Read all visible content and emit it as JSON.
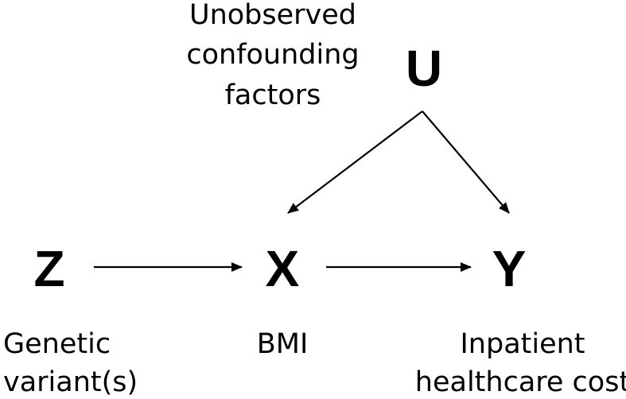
{
  "nodes": {
    "u": {
      "letter": "U",
      "label": [
        "Unobserved",
        "confounding",
        "factors"
      ]
    },
    "z": {
      "letter": "Z",
      "label": [
        "Genetic",
        "variant(s)"
      ]
    },
    "x": {
      "letter": "X",
      "label": [
        "BMI"
      ]
    },
    "y": {
      "letter": "Y",
      "label": [
        "Inpatient",
        "healthcare cost"
      ]
    }
  },
  "edges": [
    {
      "from": "Z",
      "to": "X"
    },
    {
      "from": "X",
      "to": "Y"
    },
    {
      "from": "U",
      "to": "X"
    },
    {
      "from": "U",
      "to": "Y"
    }
  ],
  "colors": {
    "ink": "#000000",
    "background": "#ffffff"
  }
}
